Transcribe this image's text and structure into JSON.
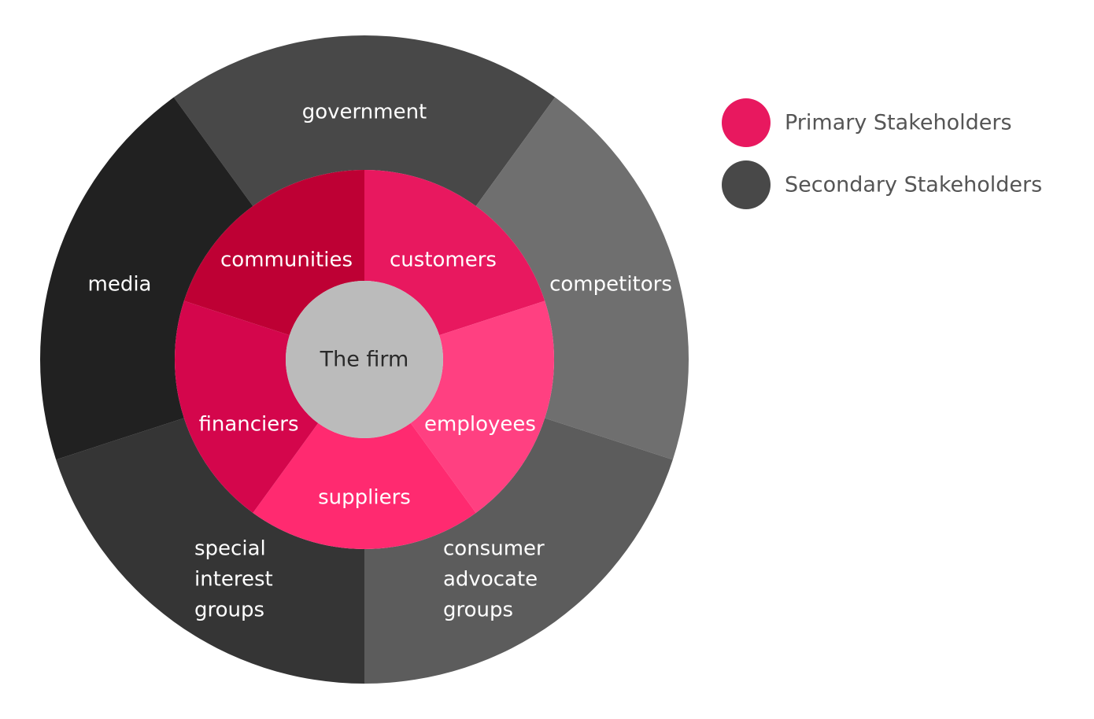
{
  "diagram": {
    "center": {
      "label": "The firm",
      "color": "#BBBBBB"
    },
    "primary": [
      {
        "label": [
          "customers"
        ],
        "color": "#E8185F"
      },
      {
        "label": [
          "employees"
        ],
        "color": "#FF4081"
      },
      {
        "label": [
          "suppliers"
        ],
        "color": "#FF2A70"
      },
      {
        "label": [
          "financiers"
        ],
        "color": "#D4064C"
      },
      {
        "label": [
          "communities"
        ],
        "color": "#BE0034"
      }
    ],
    "secondary": [
      {
        "label": [
          "government"
        ],
        "color": "#484848"
      },
      {
        "label": [
          "competitors"
        ],
        "color": "#6F6F6F"
      },
      {
        "label": [
          "consumer",
          "advocate",
          "groups"
        ],
        "color": "#5C5C5C"
      },
      {
        "label": [
          "special",
          "interest",
          "groups"
        ],
        "color": "#353535"
      },
      {
        "label": [
          "media"
        ],
        "color": "#212121"
      }
    ]
  },
  "legend": [
    {
      "label": "Primary Stakeholders",
      "color": "#E8185F"
    },
    {
      "label": "Secondary Stakeholders",
      "color": "#484848"
    }
  ]
}
